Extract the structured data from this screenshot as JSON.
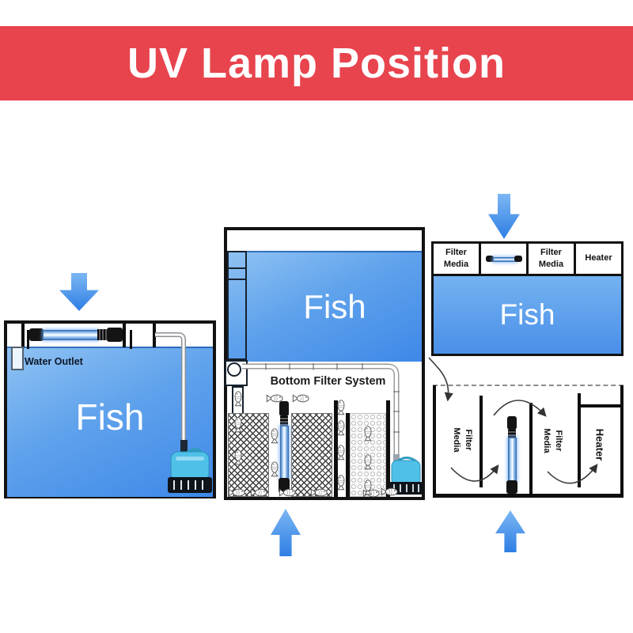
{
  "title": "UV Lamp Position",
  "colors": {
    "banner_red": "#E8444E",
    "arrow_blue": "#2E7EE4",
    "water_blue_light": "#8FC2F3",
    "water_blue_deep": "#3E88E8",
    "uv_tube_blue": "#9CC6F2",
    "pump_cyan": "#4FC1E9"
  },
  "icons": {
    "down-arrow-icon": "blue gradient arrow, css clip-path",
    "up-arrow-icon": "blue gradient arrow, css clip-path",
    "uv-lamp-icon": "black end caps with glowing blue tube",
    "fish-icon": "outlined fish, inline svg",
    "water-pump-icon": "cyan pump body with black slatted base, inline svg",
    "flow-arrow-icon": "thin curved arrow, inline svg"
  },
  "left_tank": {
    "water_outlet_label": "Water Outlet",
    "fish_label": "Fish"
  },
  "middle_tank": {
    "fish_label": "Fish",
    "bottom_filter_label": "Bottom Filter System"
  },
  "right_top_tank": {
    "fish_label": "Fish",
    "compartments": [
      {
        "label": "Filter Media",
        "type": "filter-media"
      },
      {
        "label": "",
        "type": "uv-lamp"
      },
      {
        "label": "Filter Media",
        "type": "filter-media"
      },
      {
        "label": "Heater",
        "type": "heater"
      }
    ]
  },
  "right_bottom_sump": {
    "compartments": [
      {
        "label": "Filter Media"
      },
      {
        "label": "Filter Media"
      },
      {
        "label": "Heater"
      }
    ]
  }
}
